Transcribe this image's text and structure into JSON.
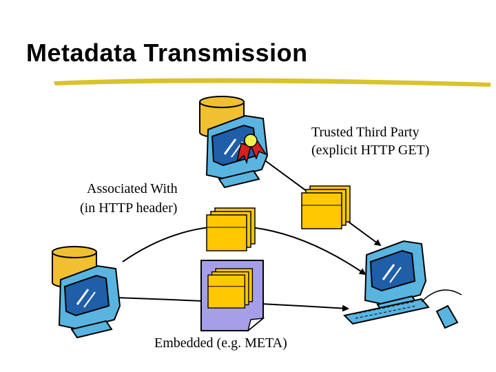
{
  "title": "Metadata Transmission",
  "labels": {
    "trusted_line1": "Trusted Third Party",
    "trusted_line2": "(explicit HTTP GET)",
    "associated_line1": "Associated With",
    "associated_line2": "(in HTTP header)",
    "embedded": "Embedded (e.g. META)"
  },
  "colors": {
    "accent_swoosh": "#d8c32a",
    "database": "#f0c030",
    "monitor_body": "#5ab4e0",
    "screen": "#1f5fa8",
    "document": "#ffc800",
    "embedded_page": "#a59fe8",
    "ribbon": "#d42020",
    "seal": "#f0f050"
  },
  "icons": [
    "trusted-server-icon",
    "origin-server-icon",
    "client-computer-icon",
    "document-stack-icon",
    "embedded-page-icon",
    "award-ribbon-icon"
  ]
}
